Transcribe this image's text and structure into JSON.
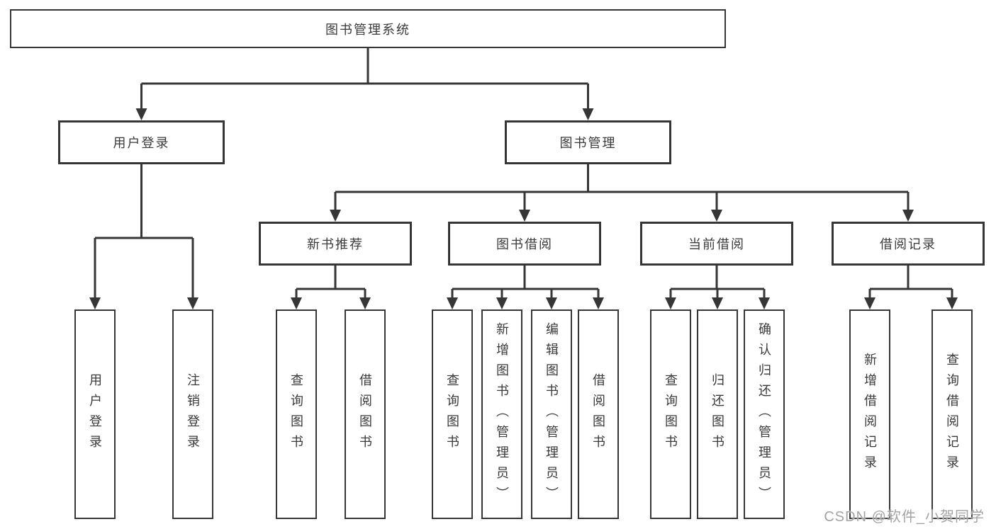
{
  "diagram": {
    "root": {
      "label": "图书管理系统"
    },
    "branches": [
      {
        "label": "用户登录",
        "children": [
          "用户登录",
          "注销登录"
        ]
      },
      {
        "label": "图书管理",
        "sections": [
          {
            "label": "新书推荐",
            "children": [
              "查询图书",
              "借阅图书"
            ]
          },
          {
            "label": "图书借阅",
            "children": [
              "查询图书",
              "新增图书（管理员）",
              "编辑图书（管理员）",
              "借阅图书"
            ]
          },
          {
            "label": "当前借阅",
            "children": [
              "查询图书",
              "归还图书",
              "确认归还（管理员）"
            ]
          },
          {
            "label": "借阅记录",
            "children": [
              "新增借阅记录",
              "查询借阅记录"
            ]
          }
        ]
      }
    ]
  },
  "watermark": {
    "text": "CSDN @软件_小贺同学"
  },
  "colors": {
    "line": "#363636",
    "box_border": "#363636",
    "box_fill": "#ffffff",
    "text": "#3a3a3a",
    "watermark": "#a3a3a3",
    "background": "#ffffff"
  }
}
